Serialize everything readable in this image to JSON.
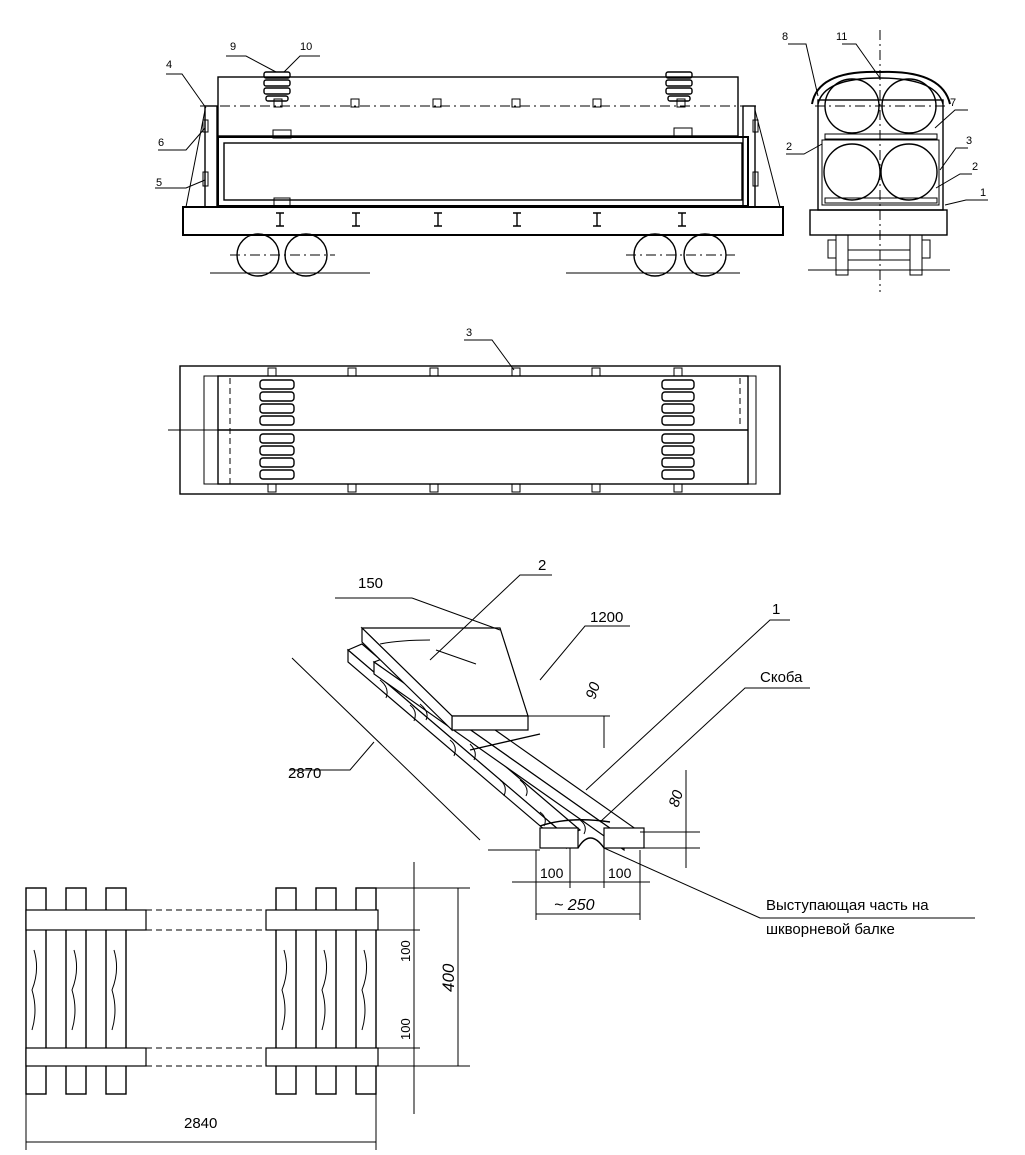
{
  "views": {
    "side": {
      "callouts": [
        "9",
        "10",
        "4",
        "6",
        "5"
      ]
    },
    "end": {
      "callouts": [
        "8",
        "11",
        "7",
        "2",
        "3",
        "2",
        "1"
      ]
    },
    "plan": {
      "callouts": [
        "3"
      ]
    }
  },
  "detail": {
    "callout_board": "2",
    "callout_beam": "1",
    "dim_board_width": "150",
    "dim_board_length": "1200",
    "dim_board_thickness": "90",
    "dim_beam_length": "2870",
    "dim_beam_height": "80",
    "dim_left_width": "100",
    "dim_right_width": "100",
    "dim_total_width": "~ 250",
    "label_bracket": "Скоба",
    "label_note_line1": "Выступающая часть на",
    "label_note_line2": "шкворневой балке"
  },
  "frame_plan": {
    "dim_length": "2840",
    "dim_height": "400",
    "dim_offset_top": "100",
    "dim_offset_bottom": "100"
  }
}
